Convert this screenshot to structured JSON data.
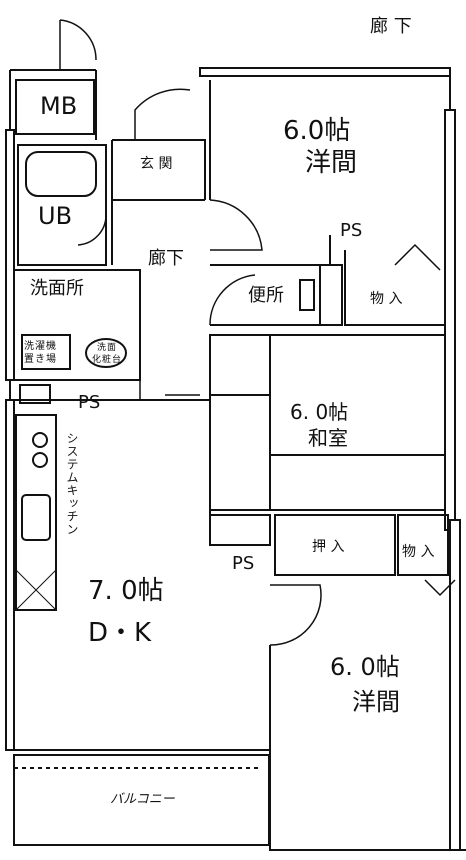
{
  "labels": {
    "corridor_outside": "廊 下",
    "mb": "MB",
    "ub": "UB",
    "entrance": "玄 関",
    "hall": "廊下",
    "washroom": "洗面所",
    "laundry": "洗濯機\n置き場",
    "vanity": "洗面\n化粧台",
    "toilet": "便所",
    "ps_bedroom1": "PS",
    "ps_hall": "PS",
    "ps_center": "PS",
    "closet_right_upper": "物 入",
    "bedroom1_size": "6.0帖",
    "bedroom1_type": "洋間",
    "washitsu_size": "6. 0帖",
    "washitsu_type": "和室",
    "oshiire": "押 入",
    "closet_right_lower": "物 入",
    "kitchen": "システムキッチン",
    "dk_size": "7. 0帖",
    "dk_type": "D・K",
    "bedroom2_size": "6. 0帖",
    "bedroom2_type": "洋間",
    "balcony": "バルコニー"
  }
}
